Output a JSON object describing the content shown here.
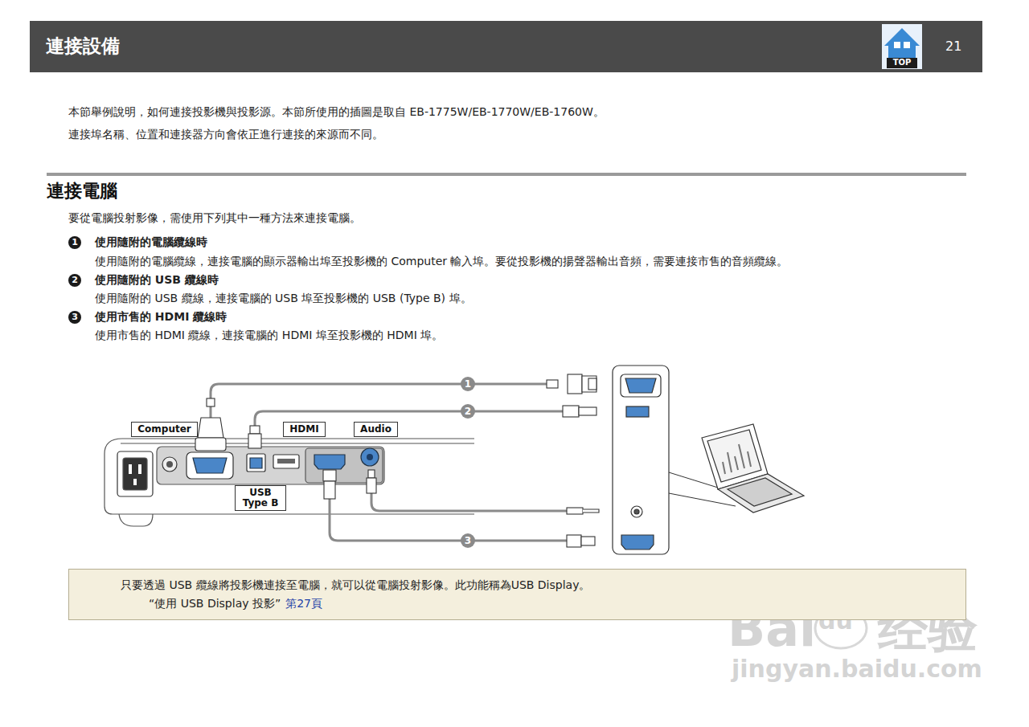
{
  "diagram": {
    "title": "連接設備",
    "nodes": [
      {
        "text": [
          "Computer"
        ]
      },
      {
        "text": [
          "HDMI"
        ]
      },
      {
        "text": [
          "Audio"
        ]
      },
      {
        "text": [
          "USB Type B"
        ]
      },
      {
        "text": [
          "只要透過 USB 纜線將投影機連接至電腦，就可以從電腦投射影像。此功能稱為USB Display。",
          "“使用 USB Display 投影”",
          "第27頁"
        ]
      }
    ],
    "labels": [
      "21",
      "TOP",
      "本節舉例說明，如何連接投影機與投影源。本節所使用的插圖是取自 EB-1775W/EB-1770W/EB-1760W。",
      "連接埠名稱、位置和連接器方向會依正進行連接的來源而不同。",
      "連接電腦",
      "要從電腦投射影像，需使用下列其中一種方法來連接電腦。",
      "1",
      "使用隨附的電腦纜線時",
      "使用隨附的電腦纜線，連接電腦的顯示器輸出埠至投影機的 Computer 輸入埠。要從投影機的揚聲器輸出音頻，需要連接市售的音頻纜線。",
      "2",
      "使用隨附的 USB 纜線時",
      "使用隨附的 USB 纜線，連接電腦的 USB 埠至投影機的 USB (Type B) 埠。",
      "3",
      "使用市售的 HDMI 纜線時",
      "使用市售的 HDMI 纜線，連接電腦的 HDMI 埠至投影機的 HDMI 埠。",
      "1",
      "2",
      "3",
      "☛",
      "Bai",
      "du",
      "经验",
      "jingyan.baidu.com"
    ]
  }
}
